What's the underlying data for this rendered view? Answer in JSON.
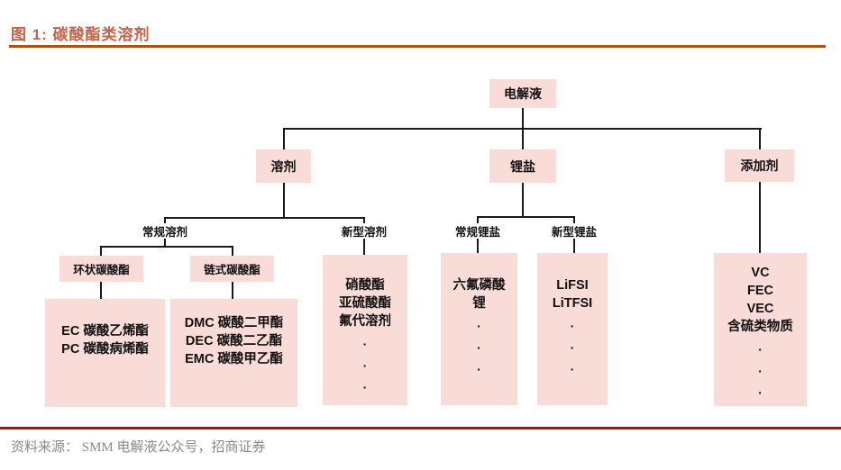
{
  "title": {
    "label": "图 1:  碳酸酯类溶剂"
  },
  "source": {
    "label": "资料来源：  SMM 电解液公众号，招商证券"
  },
  "colors": {
    "title_text": "#C6624A",
    "title_rule": "#B84C12",
    "bottom_rule": "#7E231E",
    "box_pink": "#F9DCD8",
    "connector": "#1A1A1A",
    "source_text": "#8A8A8A"
  },
  "tree": {
    "root": {
      "label": "电解液"
    },
    "level2": [
      {
        "label": "溶剂"
      },
      {
        "label": "锂盐"
      },
      {
        "label": "添加剂"
      }
    ],
    "groups": {
      "conventional_solvent": {
        "label": "常规溶剂"
      },
      "new_solvent": {
        "label": "新型溶剂"
      },
      "conventional_salt": {
        "label": "常规锂盐"
      },
      "new_salt": {
        "label": "新型锂盐"
      }
    },
    "subheads": {
      "cyclic": {
        "label": "环状碳酸酯"
      },
      "chain": {
        "label": "链式碳酸酯"
      }
    },
    "boxes": {
      "cyclic_items": {
        "lines": "EC 碳酸乙烯酯\nPC  碳酸病烯酯"
      },
      "chain_items": {
        "lines": "DMC 碳酸二甲酯\nDEC  碳酸二乙酯\nEMC  碳酸甲乙酯"
      },
      "new_solvent_items": {
        "lines": "硝酸酯\n亚硫酸酯\n氟代溶剂",
        "dots": "·\n·\n·"
      },
      "conventional_salt_items": {
        "lines": "六氟磷酸\n锂",
        "dots": "·\n·\n·"
      },
      "new_salt_items": {
        "lines": "LiFSI\nLiTFSI",
        "dots": "·\n·\n·"
      },
      "additive_items": {
        "lines": "VC\nFEC\nVEC\n含硫类物质",
        "dots": "·\n·\n·"
      }
    }
  }
}
